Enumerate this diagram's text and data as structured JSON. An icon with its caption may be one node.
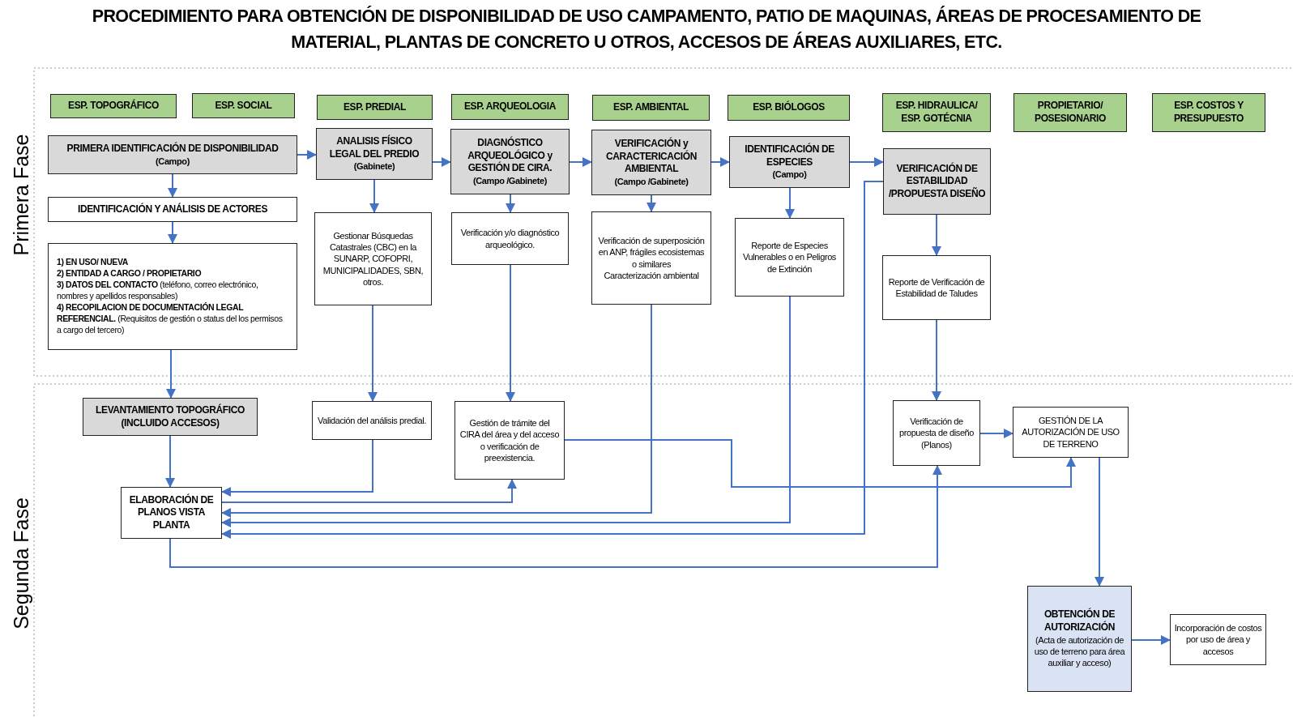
{
  "diagram": {
    "title": "PROCEDIMIENTO PARA OBTENCIÓN DE DISPONIBILIDAD DE USO CAMPAMENTO, PATIO DE MAQUINAS, ÁREAS DE PROCESAMIENTO DE MATERIAL, PLANTAS DE CONCRETO U OTROS, ACCESOS DE ÁREAS AUXILIARES, ETC.",
    "nodes": [
      {
        "text": [
          "ESP. TOPOGRÁFICO"
        ]
      },
      {
        "text": [
          "ESP. SOCIAL"
        ]
      },
      {
        "text": [
          "ESP. PREDIAL"
        ]
      },
      {
        "text": [
          "ESP. ARQUEOLOGIA"
        ]
      },
      {
        "text": [
          "ESP. AMBIENTAL"
        ]
      },
      {
        "text": [
          "ESP. BIÓLOGOS"
        ]
      },
      {
        "text": [
          "ESP. HIDRAULICA/ ESP. GOTÉCNIA"
        ]
      },
      {
        "text": [
          "PROPIETARIO/ POSESIONARIO"
        ]
      },
      {
        "text": [
          "ESP. COSTOS Y PRESUPUESTO"
        ]
      },
      {
        "text": [
          "PRIMERA IDENTIFICACIÓN DE DISPONIBILIDAD",
          "(Campo)"
        ]
      },
      {
        "text": [
          "IDENTIFICACIÓN Y ANÁLISIS DE ACTORES"
        ]
      },
      {
        "text": [
          "**1) EN USO/ NUEVA**",
          "**2) ENTIDAD A CARGO / PROPIETARIO**",
          "**3) DATOS DEL CONTACTO** (teléfono, correo electrónico, nombres y apellidos responsables)",
          "**4) RECOPILACION DE DOCUMENTACIÓN LEGAL REFERENCIAL.** (Requisitos de gestión o status del los permisos a cargo del tercero)"
        ]
      },
      {
        "text": [
          "ANALISIS FÍSICO LEGAL DEL PREDIO",
          "(Gabinete)"
        ]
      },
      {
        "text": [
          "Gestionar Búsquedas Catastrales (CBC) en la SUNARP, COFOPRI, MUNICIPALIDADES, SBN, otros."
        ]
      },
      {
        "text": [
          "DIAGNÓSTICO ARQUEOLÓGICO y GESTIÓN DE CIRA.",
          "(Campo /Gabinete)"
        ]
      },
      {
        "text": [
          "Verificación y/o diagnóstico arqueológico."
        ]
      },
      {
        "text": [
          "VERIFICACIÓN y CARACTERICACIÓN AMBIENTAL",
          "(Campo /Gabinete)"
        ]
      },
      {
        "text": [
          "Verificación de superposición en ANP, frágiles ecosistemas o similares",
          "Caracterización ambiental"
        ]
      },
      {
        "text": [
          "IDENTIFICACIÓN DE ESPECIES",
          "(Campo)"
        ]
      },
      {
        "text": [
          "Reporte de Especies Vulnerables o en Peligros de Extinción"
        ]
      },
      {
        "text": [
          "VERIFICACIÓN DE ESTABILIDAD /PROPUESTA DISEÑO"
        ]
      },
      {
        "text": [
          "Reporte de Verificación de Estabilidad de Taludes"
        ]
      },
      {
        "text": [
          "LEVANTAMIENTO TOPOGRÁFICO (INCLUIDO ACCESOS)"
        ]
      },
      {
        "text": [
          "Validación del análisis predial."
        ]
      },
      {
        "text": [
          "Gestión de trámite del CIRA del área y del acceso o verificación de preexistencia."
        ]
      },
      {
        "text": [
          "ELABORACIÓN DE PLANOS VISTA PLANTA"
        ]
      },
      {
        "text": [
          "Verificación de propuesta de diseño (Planos)"
        ]
      },
      {
        "text": [
          "GESTIÓN DE LA AUTORIZACIÓN DE USO DE TERRENO"
        ]
      },
      {
        "text": [
          "OBTENCIÓN DE AUTORIZACIÓN",
          "(Acta de autorización de uso de terreno para área auxiliar y acceso)"
        ]
      },
      {
        "text": [
          "Incorporación de costos por uso de área y accesos"
        ]
      }
    ],
    "edges": [
      {
        "from": 9,
        "to": 12,
        "arrow": "to"
      },
      {
        "from": 12,
        "to": 14,
        "arrow": "to"
      },
      {
        "from": 14,
        "to": 16,
        "arrow": "to"
      },
      {
        "from": 16,
        "to": 18,
        "arrow": "to"
      },
      {
        "from": 18,
        "to": 20,
        "arrow": "to"
      },
      {
        "from": 9,
        "to": 10,
        "arrow": "to"
      },
      {
        "from": 10,
        "to": 11,
        "arrow": "to"
      },
      {
        "from": 11,
        "to": 22,
        "arrow": "to"
      },
      {
        "from": 12,
        "to": 13,
        "arrow": "to"
      },
      {
        "from": 13,
        "to": 23,
        "arrow": "to"
      },
      {
        "from": 14,
        "to": 15,
        "arrow": "to"
      },
      {
        "from": 15,
        "to": 24,
        "arrow": "to"
      },
      {
        "from": 16,
        "to": 17,
        "arrow": "to"
      },
      {
        "from": 18,
        "to": 19,
        "arrow": "to"
      },
      {
        "from": 20,
        "to": 21,
        "arrow": "to"
      },
      {
        "from": 21,
        "to": 26,
        "arrow": "to"
      },
      {
        "from": 22,
        "to": 25,
        "arrow": "to"
      },
      {
        "from": 23,
        "to": 25,
        "arrow": "to"
      },
      {
        "from": 25,
        "to": 24,
        "arrow": "to"
      },
      {
        "from": 17,
        "to": 25,
        "arrow": "to"
      },
      {
        "from": 19,
        "to": 25,
        "arrow": "to"
      },
      {
        "from": 20,
        "to": 25,
        "arrow": "to"
      },
      {
        "from": 24,
        "to": 27,
        "arrow": "to"
      },
      {
        "from": 25,
        "to": 26,
        "arrow": "to"
      },
      {
        "from": 26,
        "to": 27,
        "arrow": "to"
      },
      {
        "from": 27,
        "to": 28,
        "arrow": "to"
      },
      {
        "from": 28,
        "to": 29,
        "arrow": "to"
      }
    ],
    "labels": [
      "Primera Fase",
      "Segunda Fase"
    ]
  }
}
